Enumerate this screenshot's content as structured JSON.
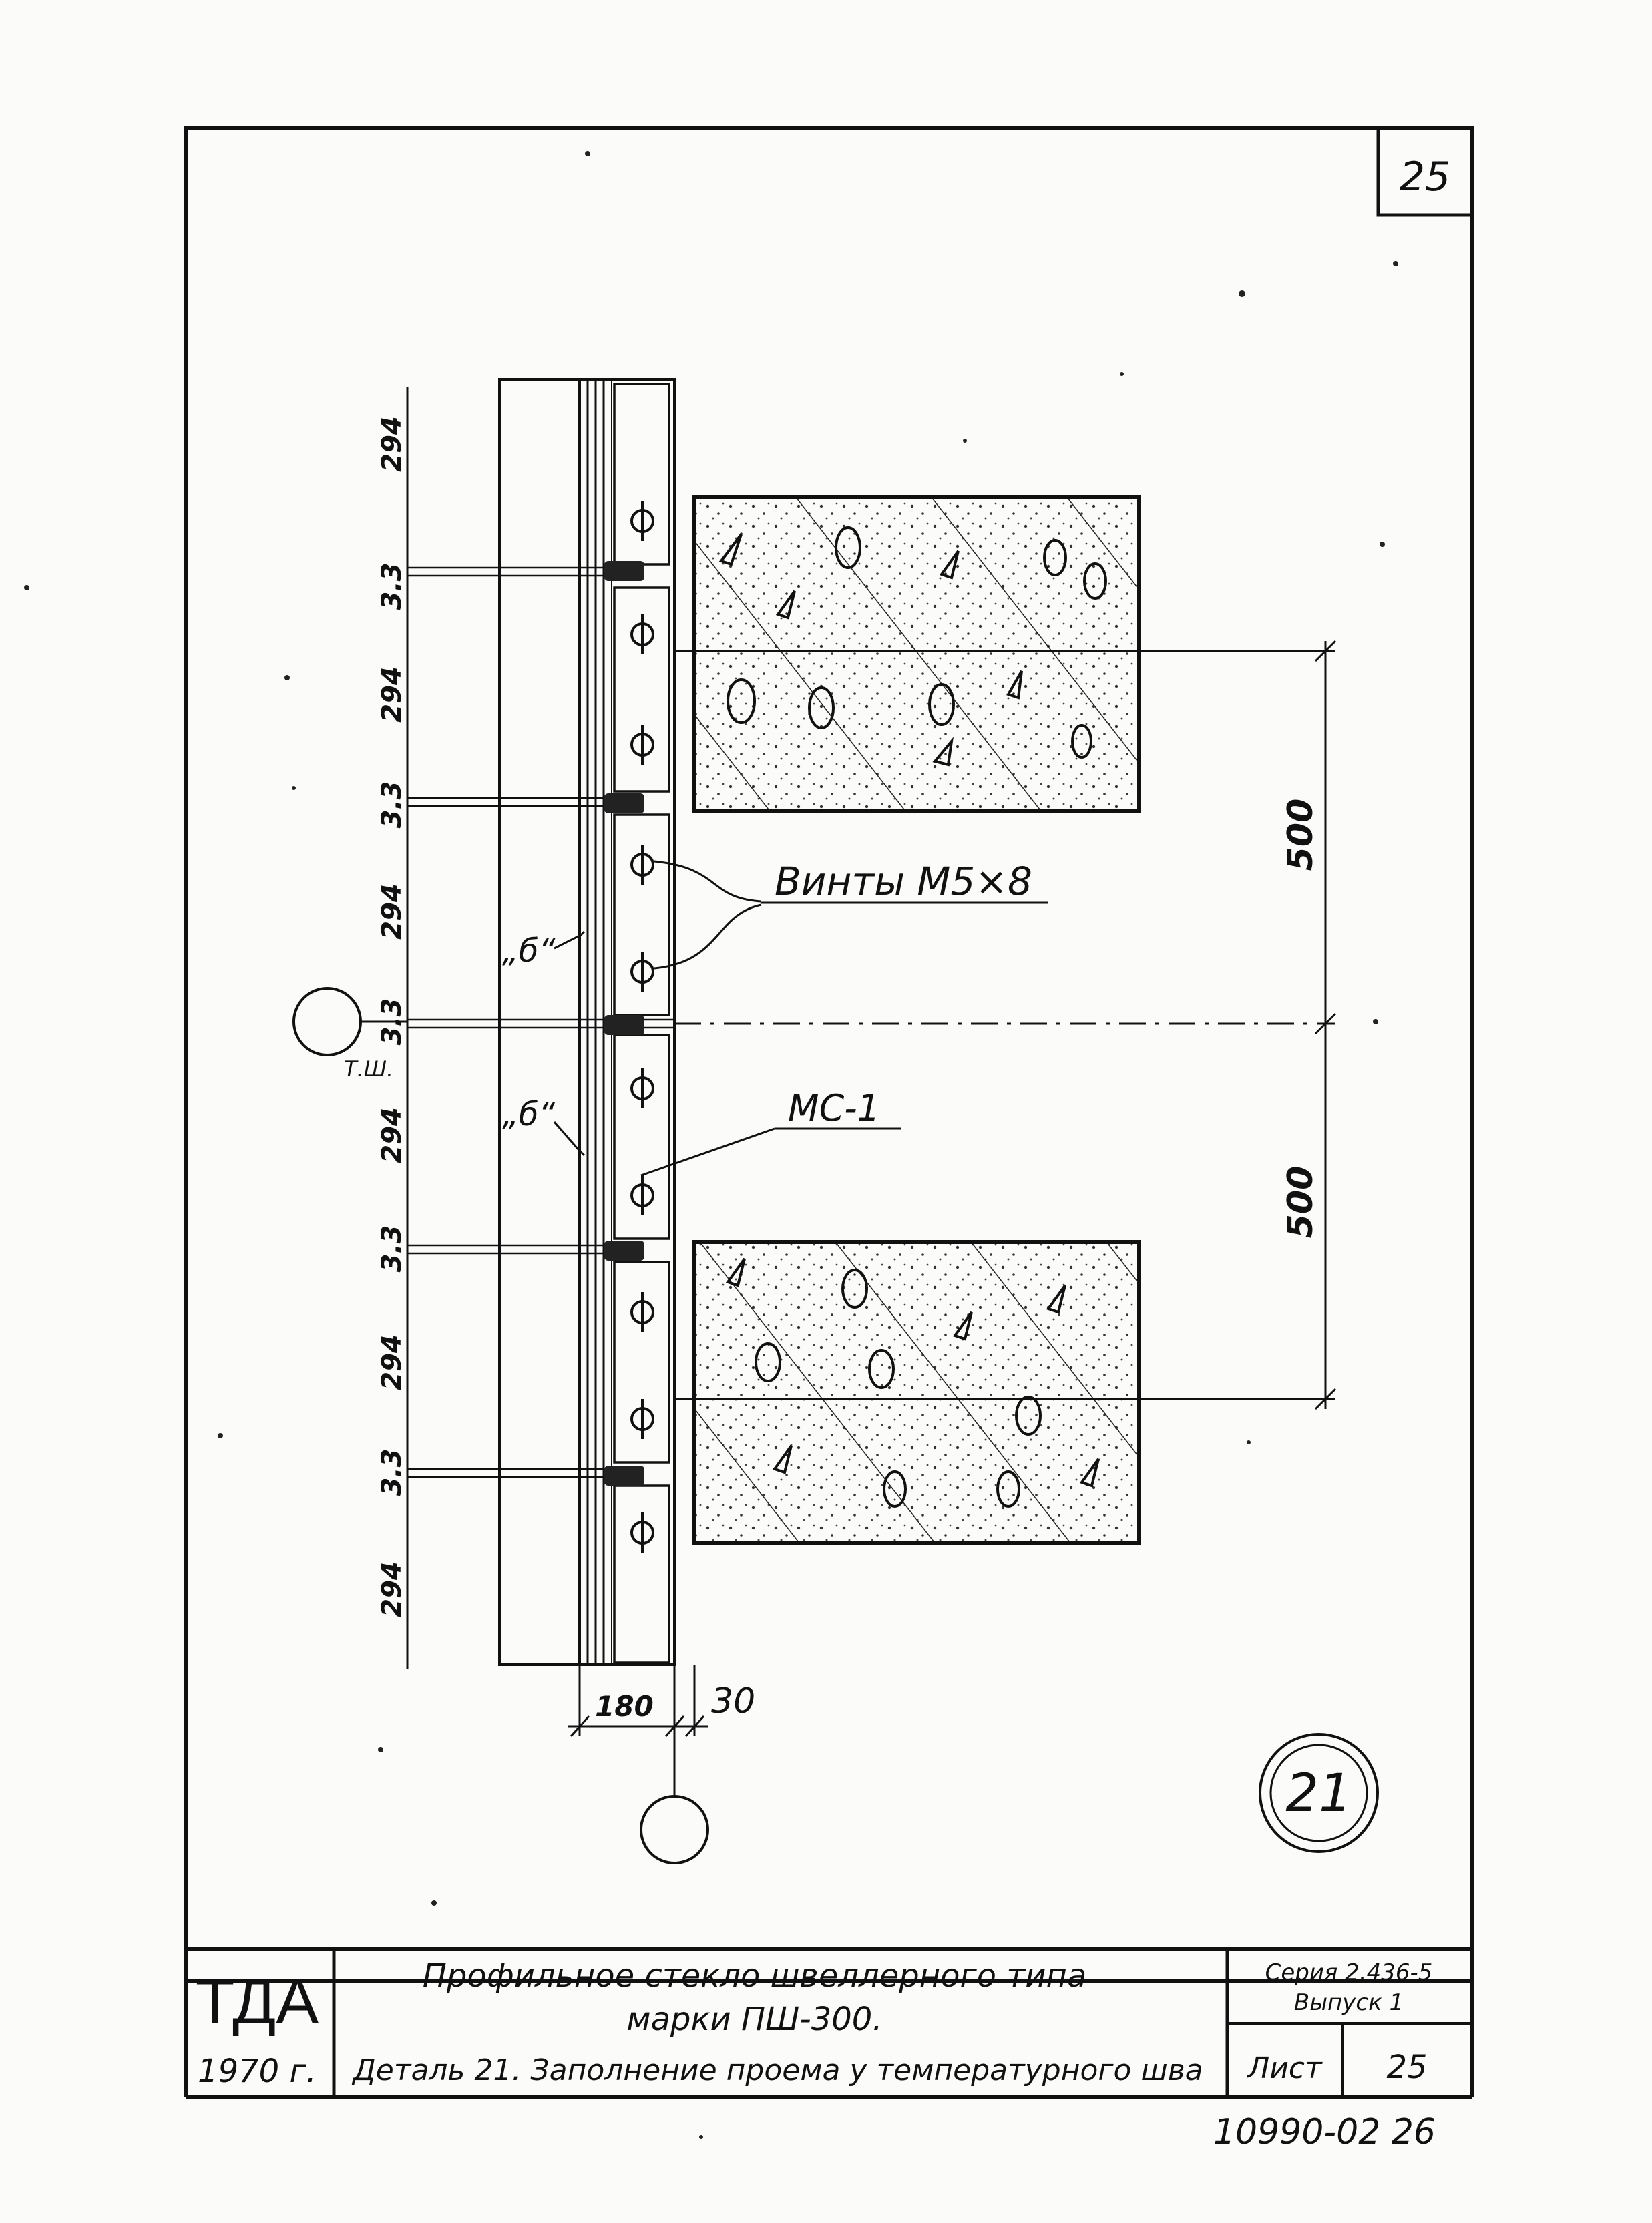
{
  "sheet": {
    "page_number": "25",
    "detail_number": "21",
    "bottom_code": "10990-02 26"
  },
  "annotations": {
    "screws_label": "Винты М5×8",
    "mc_label": "МС-1",
    "b_label_upper": "„б“",
    "b_label_lower": "„б“",
    "joint_label": "Т.Ш.",
    "dim_right_upper": "500",
    "dim_right_lower": "500",
    "dim_bottom_left": "180",
    "dim_bottom_right": "30",
    "left_dims": [
      "294",
      "3.3",
      "294",
      "3.3",
      "294",
      "3.3",
      "294",
      "3.3",
      "294",
      "3.3",
      "294"
    ]
  },
  "title_block": {
    "org": "ТДА",
    "year": "1970 г.",
    "title_line1": "Профильное стекло швеллерного типа",
    "title_line2": "марки ПШ-300.",
    "detail_line": "Деталь 21. Заполнение проема у температурного шва",
    "series_label": "Серия 2.436-5",
    "issue_label": "Выпуск 1",
    "sheet_label": "Лист",
    "sheet_value": "25"
  }
}
